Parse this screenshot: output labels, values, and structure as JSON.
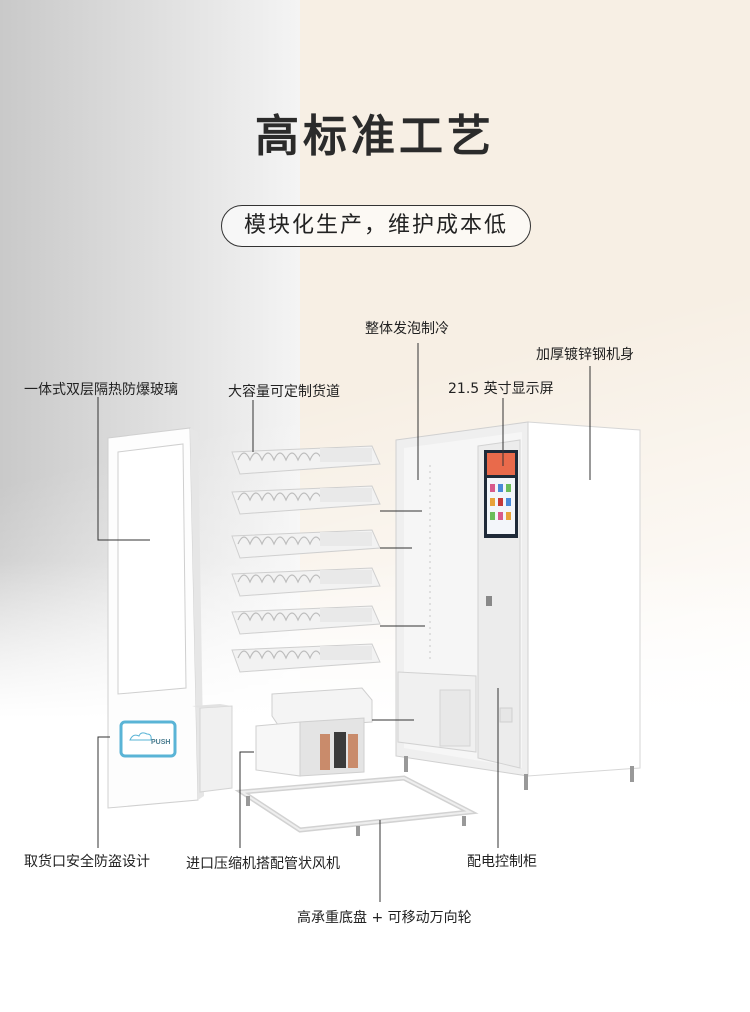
{
  "title": "高标准工艺",
  "subtitle": "模块化生产，维护成本低",
  "labels": {
    "foam": "整体发泡制冷",
    "steel": "加厚镀锌钢机身",
    "glass": "一体式双层隔热防爆玻璃",
    "lanes": "大容量可定制货道",
    "screen": "21.5 英寸显示屏",
    "pickup": "取货口安全防盗设计",
    "compressor": "进口压缩机搭配管状风机",
    "control": "配电控制柜",
    "base": "高承重底盘 + 可移动万向轮"
  },
  "push_text": "PUSH",
  "colors": {
    "accent": "#5ab4d6",
    "panel": "#ffffff",
    "line": "#333333"
  }
}
